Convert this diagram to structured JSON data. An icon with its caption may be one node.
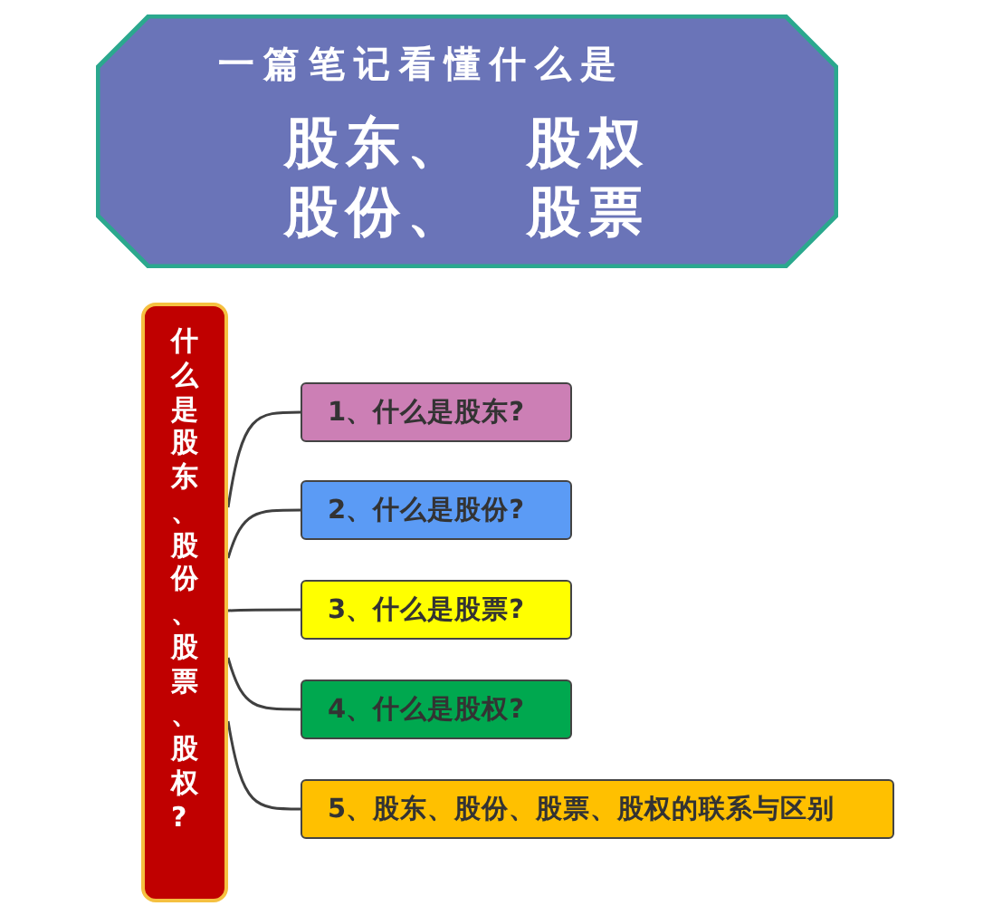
{
  "diagram": {
    "nodes": [
      {
        "text": [
          "一篇笔记看懂什么是",
          "股东、 股权",
          "股份、 股票"
        ]
      },
      {
        "text": [
          "什么是股东、股份、股票、股权?"
        ]
      },
      {
        "text": [
          "1、什么是股东?"
        ]
      },
      {
        "text": [
          "2、什么是股份?"
        ]
      },
      {
        "text": [
          "3、什么是股票?"
        ]
      },
      {
        "text": [
          "4、什么是股权?"
        ]
      },
      {
        "text": [
          "5、股东、股份、股票、股权的联系与区别"
        ]
      }
    ],
    "edges": [
      {
        "from": 1,
        "to": 2,
        "arrow": "none"
      },
      {
        "from": 1,
        "to": 3,
        "arrow": "none"
      },
      {
        "from": 1,
        "to": 4,
        "arrow": "none"
      },
      {
        "from": 1,
        "to": 5,
        "arrow": "none"
      },
      {
        "from": 1,
        "to": 6,
        "arrow": "none"
      }
    ]
  }
}
